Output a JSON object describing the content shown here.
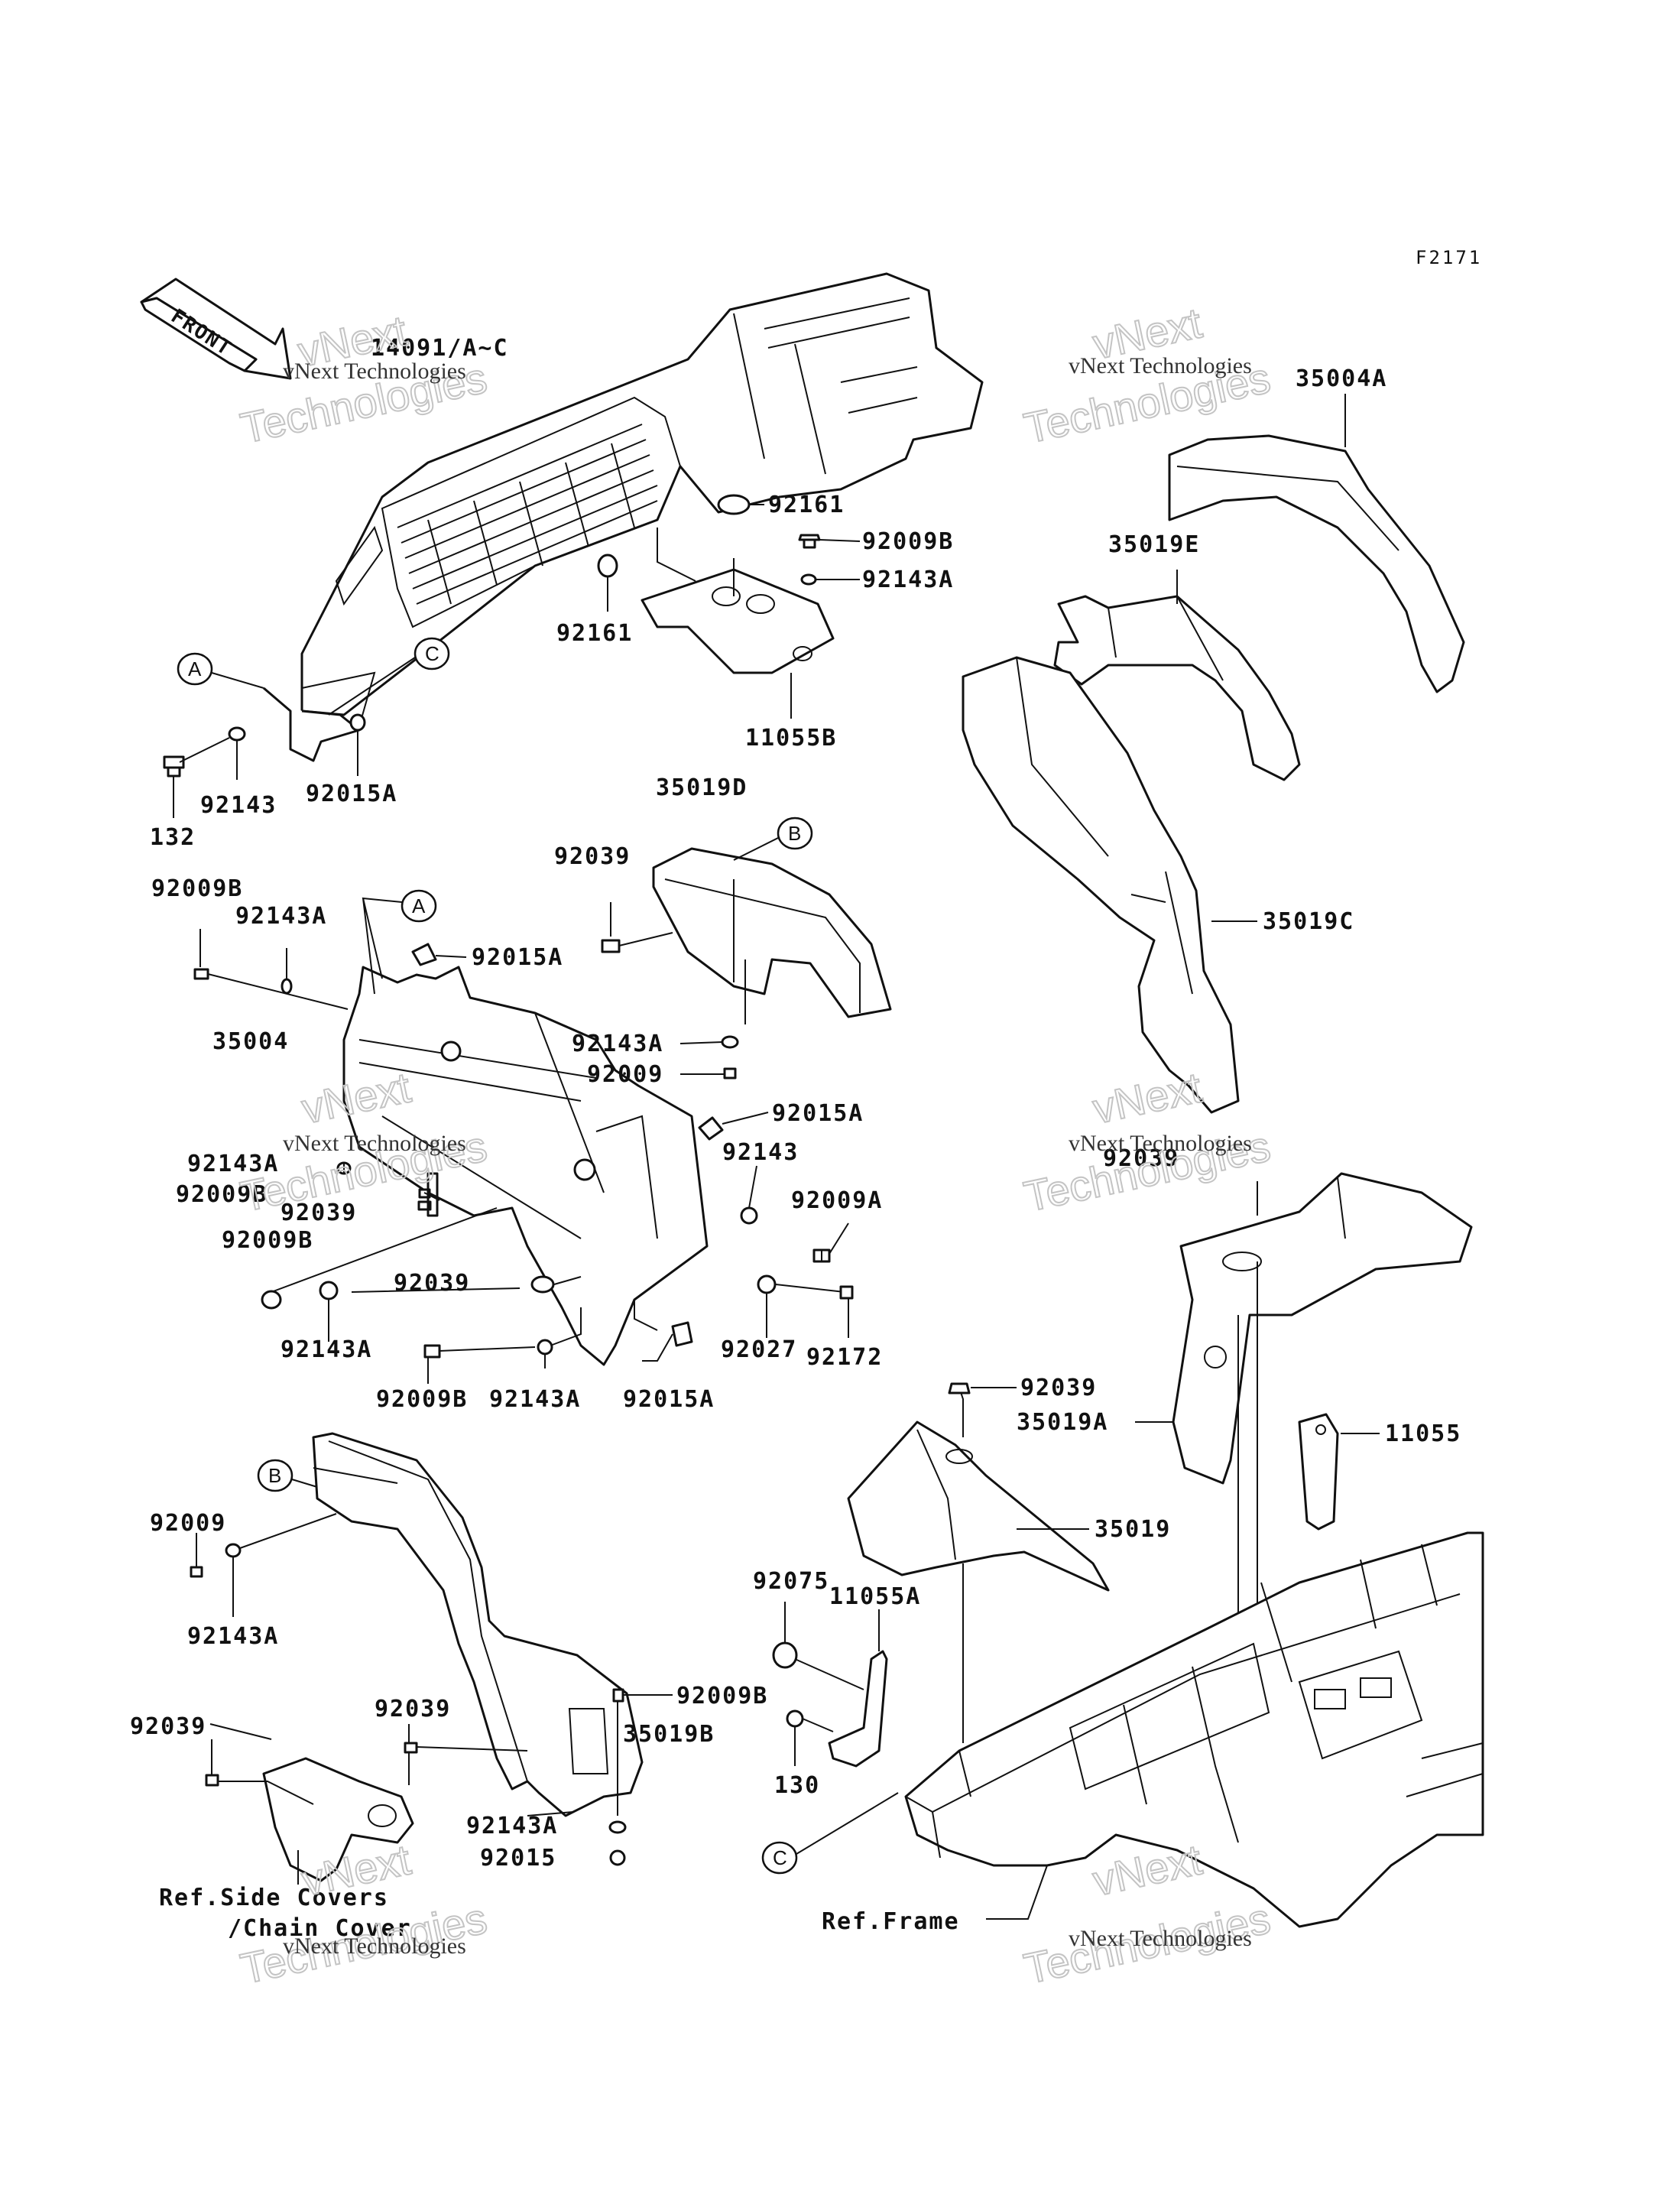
{
  "figure_code": "F2171",
  "front_arrow": "FRONT",
  "watermark": {
    "line1": "vNext",
    "line2": "Technologies",
    "caption": "vNext Technologies"
  },
  "labels": {
    "p14091": "14091/A~C",
    "p92161a": "92161",
    "p92161b": "92161",
    "p92009B_1": "92009B",
    "p92143A_1": "92143A",
    "p11055B": "11055B",
    "p132": "132",
    "p92143_1": "92143",
    "p92015A_1": "92015A",
    "p35019D": "35019D",
    "p92039_1": "92039",
    "p92009B_2": "92009B",
    "p92143A_2": "92143A",
    "p92015A_2": "92015A",
    "p35004": "35004",
    "p92143A_3": "92143A",
    "p92009_1": "92009",
    "p92015A_3": "92015A",
    "p92143A_4": "92143A",
    "p92009B_3": "92009B",
    "p92143_2": "92143",
    "p92039_2": "92039",
    "p92009A": "92009A",
    "p92009B_4": "92009B",
    "p92039_3": "92039",
    "p92143A_5": "92143A",
    "p92027": "92027",
    "p92172": "92172",
    "p92009B_5": "92009B",
    "p92143A_6": "92143A",
    "p92015A_4": "92015A",
    "p35004A": "35004A",
    "p35019E": "35019E",
    "p35019C": "35019C",
    "p92039_4": "92039",
    "p92039_5": "92039",
    "p35019A": "35019A",
    "p11055": "11055",
    "p35019": "35019",
    "p92075": "92075",
    "p11055A": "11055A",
    "p130": "130",
    "p92009_2": "92009",
    "p92143A_7": "92143A",
    "p92039_6": "92039",
    "p35019B": "35019B",
    "p92039_7": "92039",
    "p92009B_6": "92009B",
    "p92143A_8": "92143A",
    "p92015": "92015",
    "refSide1": "Ref.Side Covers",
    "refSide2": "/Chain Cover",
    "refFrame": "Ref.Frame"
  },
  "callouts": {
    "A": "A",
    "B": "B",
    "C": "C"
  }
}
